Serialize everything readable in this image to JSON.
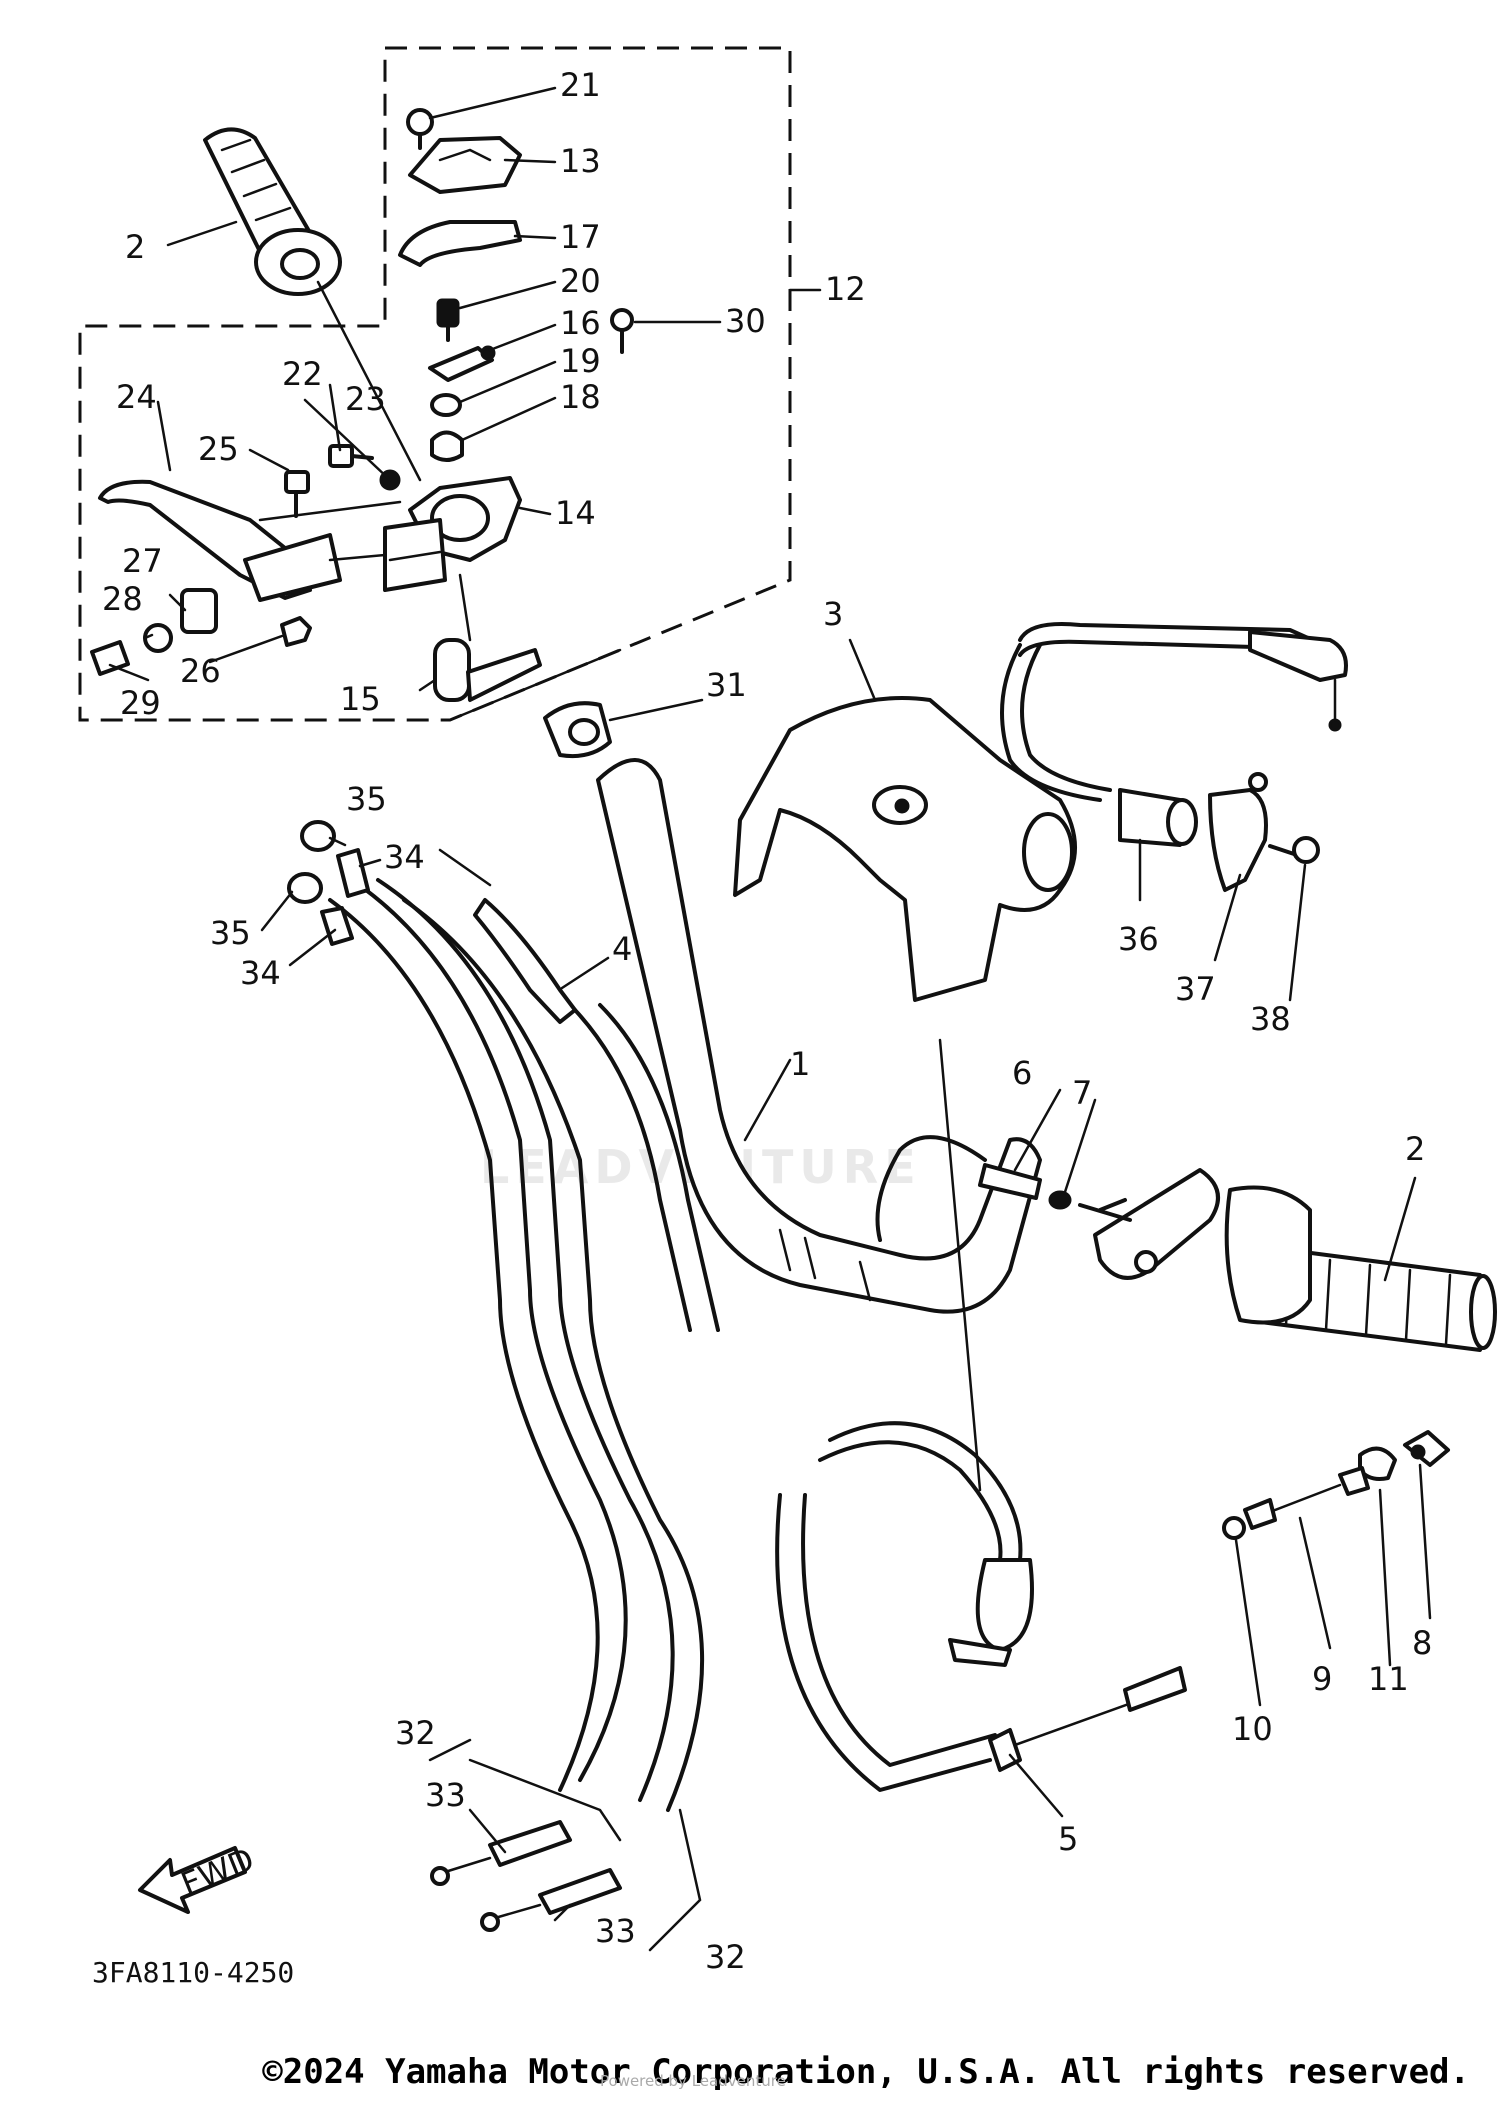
{
  "diagram": {
    "drawing_code": "3FA8110-4250",
    "fwd_label": "FWD",
    "copyright": "©2024 Yamaha Motor Corporation, U.S.A. All rights reserved.",
    "watermark": "LEADVENTURE",
    "powered_by": "Powered by Leadventure",
    "callouts": {
      "c1": "1",
      "c2a": "2",
      "c2b": "2",
      "c3": "3",
      "c4": "4",
      "c5": "5",
      "c6": "6",
      "c7": "7",
      "c8": "8",
      "c9": "9",
      "c10": "10",
      "c11": "11",
      "c12": "12",
      "c13": "13",
      "c14": "14",
      "c15": "15",
      "c16": "16",
      "c17": "17",
      "c18": "18",
      "c19": "19",
      "c20": "20",
      "c21": "21",
      "c22": "22",
      "c23": "23",
      "c24": "24",
      "c25": "25",
      "c26": "26",
      "c27": "27",
      "c28": "28",
      "c29": "29",
      "c30": "30",
      "c31": "31",
      "c32a": "32",
      "c32b": "32",
      "c33a": "33",
      "c33b": "33",
      "c34a": "34",
      "c34b": "34",
      "c35a": "35",
      "c35b": "35",
      "c36": "36",
      "c37": "37",
      "c38": "38"
    }
  }
}
